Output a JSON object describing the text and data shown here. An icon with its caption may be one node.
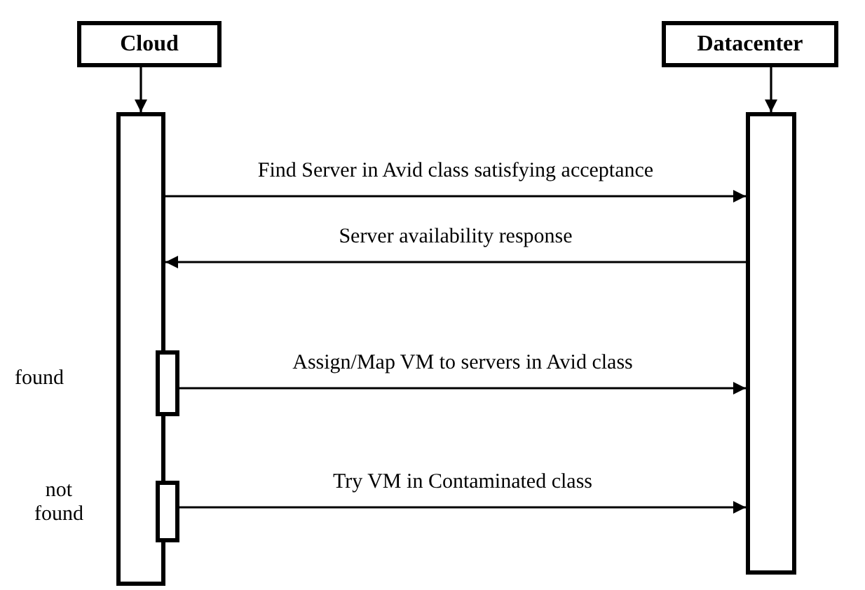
{
  "diagram": {
    "nodes": [
      {
        "text": [
          "Cloud"
        ]
      },
      {
        "text": [
          "Datacenter"
        ]
      },
      {
        "text": [],
        "shape": "bar"
      },
      {
        "text": [],
        "shape": "bar"
      },
      {
        "text": [],
        "shape": "box"
      },
      {
        "text": [],
        "shape": "box"
      }
    ],
    "labels": [
      "found",
      "not found"
    ],
    "edges": [
      {
        "from": 0,
        "to": 2,
        "arrow": "to"
      },
      {
        "from": 1,
        "to": 3,
        "arrow": "to"
      },
      {
        "from": 2,
        "to": 3,
        "arrow": "to",
        "label": "Find Server in Avid class satisfying acceptance"
      },
      {
        "from": 3,
        "to": 2,
        "arrow": "to",
        "label": "Server availability response"
      },
      {
        "from": 4,
        "to": 3,
        "arrow": "to",
        "label": "Assign/Map VM to servers in Avid class"
      },
      {
        "from": 5,
        "to": 3,
        "arrow": "to",
        "label": "Try VM in Contaminated class"
      }
    ]
  }
}
